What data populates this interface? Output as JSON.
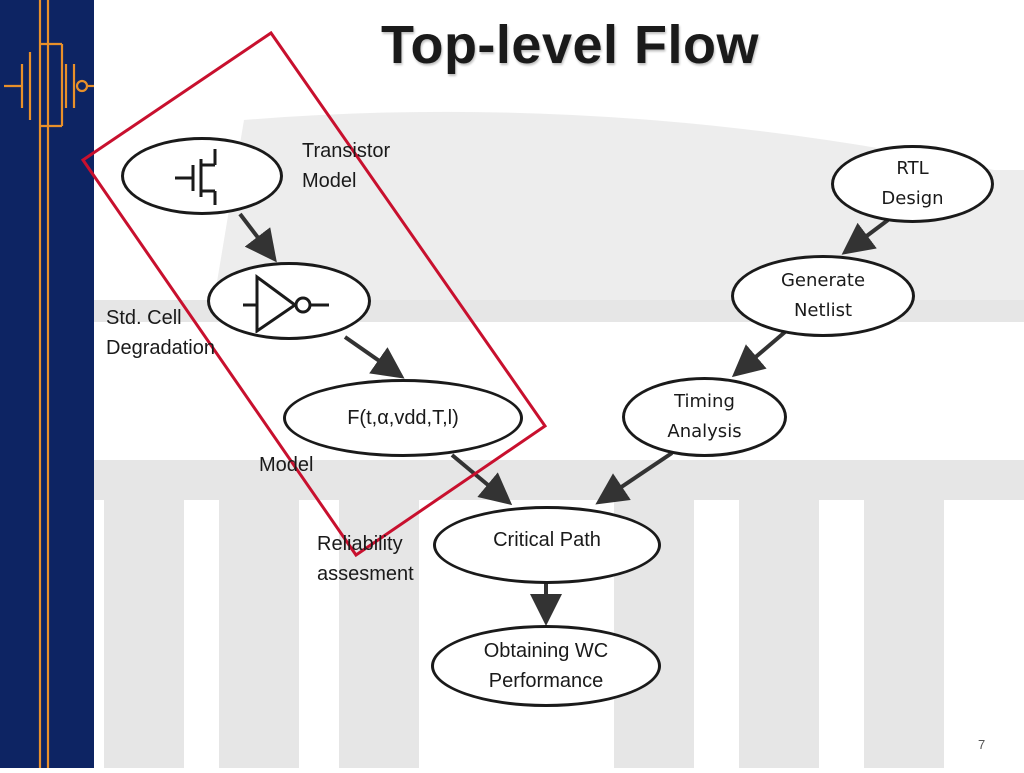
{
  "slide": {
    "title": "Top-level Flow",
    "page_number": "7"
  },
  "nodes": {
    "transistor": {
      "icon": "transistor-icon"
    },
    "std_cell": {
      "icon": "inverter-icon"
    },
    "model": {
      "label": "F(t,α,vdd,T,l)"
    },
    "rtl": {
      "label": "RTL\nDesign"
    },
    "netlist": {
      "label": "Generate\nNetlist"
    },
    "timing": {
      "label": "Timing\nAnalysis"
    },
    "critical": {
      "label": "Critical Path"
    },
    "wc": {
      "label": "Obtaining WC\nPerformance"
    }
  },
  "side_labels": {
    "transistor_model": "Transistor\nModel",
    "std_cell_degradation": "Std. Cell\nDegradation",
    "model": "Model",
    "reliability": "Reliability\nassesment"
  },
  "colors": {
    "sidebar": "#0d2463",
    "sidebar_accent": "#e8902a",
    "highlight_box": "#c8102e",
    "watermark": "#e6e6e6",
    "node_border": "#1a1a1a"
  }
}
